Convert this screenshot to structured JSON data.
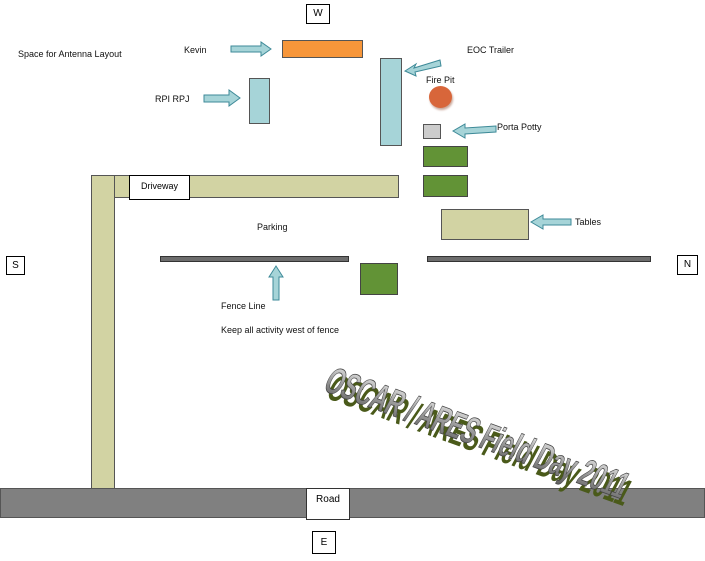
{
  "compass": {
    "west": "W",
    "south": "S",
    "north": "N",
    "east": "E"
  },
  "labels": {
    "antenna_space": "Space for Antenna Layout",
    "kevin": "Kevin",
    "eoc_trailer": "EOC Trailer",
    "fire_pit": "Fire Pit",
    "rpi_rpj": "RPI RPJ",
    "porta_potty": "Porta Potty",
    "driveway": "Driveway",
    "tables": "Tables",
    "parking": "Parking",
    "fence_line": "Fence Line",
    "fence_note": "Keep all activity west of fence",
    "road": "Road"
  },
  "title_art": "OSCAR / ARES Field Day 2011",
  "colors": {
    "orange": "#f7963a",
    "light_blue": "#a6d4d8",
    "green": "#629336",
    "tan": "#d2d3a3",
    "gray": "#808080",
    "dark_gray": "#6d6d6d",
    "fire": "#d8663a"
  }
}
